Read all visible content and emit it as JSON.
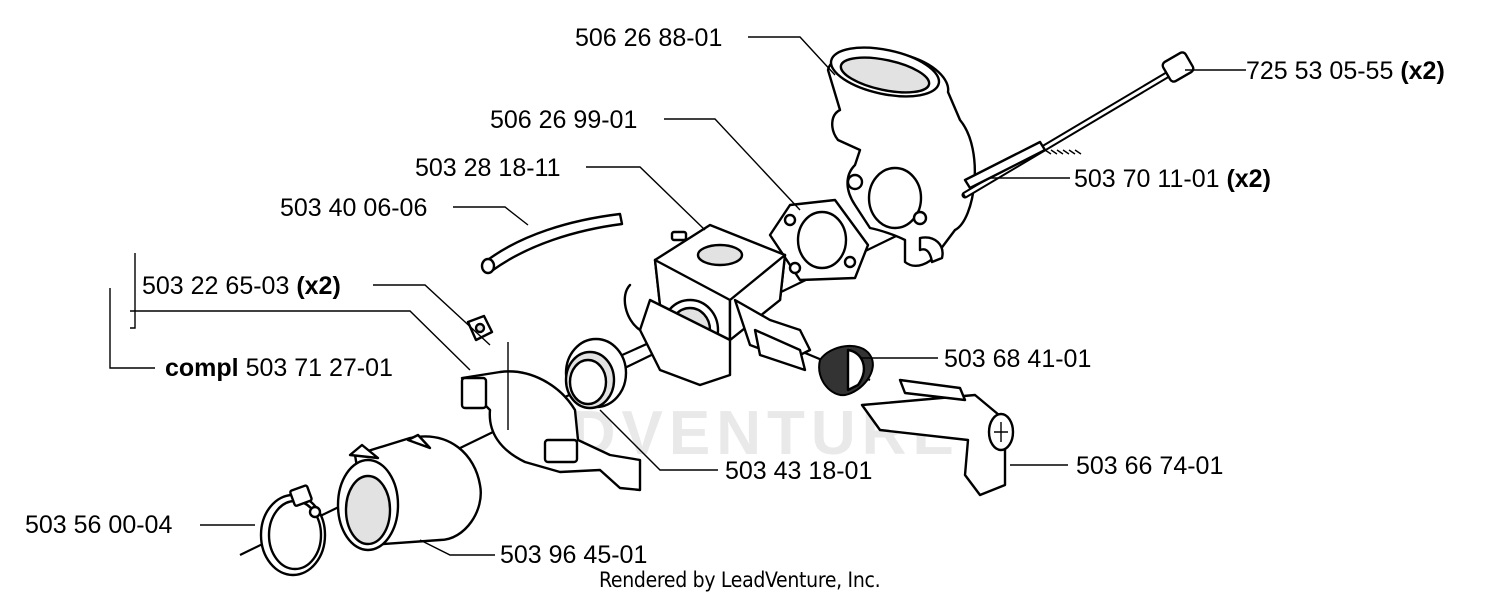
{
  "watermark": "ADVENTURE",
  "credit": "Rendered by LeadVenture, Inc.",
  "labels": {
    "p1": {
      "num": "506 26 88-01",
      "suffix": ""
    },
    "p2": {
      "num": "725 53 05-55",
      "suffix": "(x2)"
    },
    "p3": {
      "num": "506 26 99-01",
      "suffix": ""
    },
    "p4": {
      "num": "503 28 18-11",
      "suffix": ""
    },
    "p5": {
      "num": "503 70 11-01",
      "suffix": "(x2)"
    },
    "p6": {
      "num": "503 40 06-06",
      "suffix": ""
    },
    "p7": {
      "num": "503 22 65-03",
      "suffix": "(x2)"
    },
    "p8": {
      "prefix": "compl",
      "num": "503 71 27-01"
    },
    "p9": {
      "num": "503 68 41-01",
      "suffix": ""
    },
    "p10": {
      "num": "503 43 18-01",
      "suffix": ""
    },
    "p11": {
      "num": "503 66 74-01",
      "suffix": ""
    },
    "p12": {
      "num": "503 56 00-04",
      "suffix": ""
    },
    "p13": {
      "num": "503 96 45-01",
      "suffix": ""
    }
  }
}
